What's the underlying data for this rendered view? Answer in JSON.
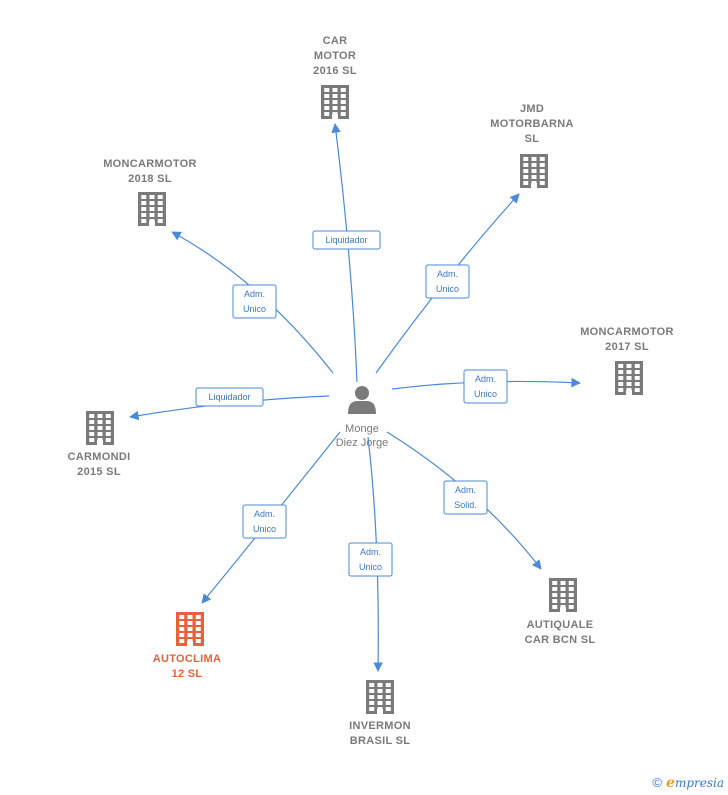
{
  "colors": {
    "edge": "#4a8ad6",
    "building": "#7a7a7a",
    "building_highlight": "#e8613a",
    "person": "#7a7a7a"
  },
  "center": {
    "icon": "person-icon",
    "label": [
      "Monge",
      "Diez Jorge"
    ]
  },
  "nodes": [
    {
      "id": "car-motor-2016",
      "label": [
        "CAR",
        "MOTOR",
        "2016  SL"
      ],
      "icon": "building-icon",
      "highlight": false
    },
    {
      "id": "jmd-motorbarna",
      "label": [
        "JMD",
        "MOTORBARNA",
        "SL"
      ],
      "icon": "building-icon",
      "highlight": false
    },
    {
      "id": "moncarmotor-2018",
      "label": [
        "MONCARMOTOR",
        "2018  SL"
      ],
      "icon": "building-icon",
      "highlight": false
    },
    {
      "id": "moncarmotor-2017",
      "label": [
        "MONCARMOTOR",
        "2017  SL"
      ],
      "icon": "building-icon",
      "highlight": false
    },
    {
      "id": "carmondi-2015",
      "label": [
        "CARMONDI",
        "2015  SL"
      ],
      "icon": "building-icon",
      "highlight": false
    },
    {
      "id": "autiquale",
      "label": [
        "AUTIQUALE",
        "CAR BCN  SL"
      ],
      "icon": "building-icon",
      "highlight": false
    },
    {
      "id": "autoclima-12",
      "label": [
        "AUTOCLIMA",
        "12  SL"
      ],
      "icon": "building-icon",
      "highlight": true
    },
    {
      "id": "invermon-brasil",
      "label": [
        "INVERMON",
        "BRASIL SL"
      ],
      "icon": "building-icon",
      "highlight": false
    }
  ],
  "edges": [
    {
      "to": "car-motor-2016",
      "label": [
        "Liquidador"
      ]
    },
    {
      "to": "jmd-motorbarna",
      "label": [
        "Adm.",
        "Unico"
      ]
    },
    {
      "to": "moncarmotor-2018",
      "label": [
        "Adm.",
        "Unico"
      ]
    },
    {
      "to": "moncarmotor-2017",
      "label": [
        "Adm.",
        "Unico"
      ]
    },
    {
      "to": "carmondi-2015",
      "label": [
        "Liquidador"
      ]
    },
    {
      "to": "autiquale",
      "label": [
        "Adm.",
        "Solid."
      ]
    },
    {
      "to": "autoclima-12",
      "label": [
        "Adm.",
        "Unico"
      ]
    },
    {
      "to": "invermon-brasil",
      "label": [
        "Adm.",
        "Unico"
      ]
    }
  ],
  "footer": {
    "copyright": "©",
    "brand_initial": "e",
    "brand_rest": "mpresia"
  }
}
